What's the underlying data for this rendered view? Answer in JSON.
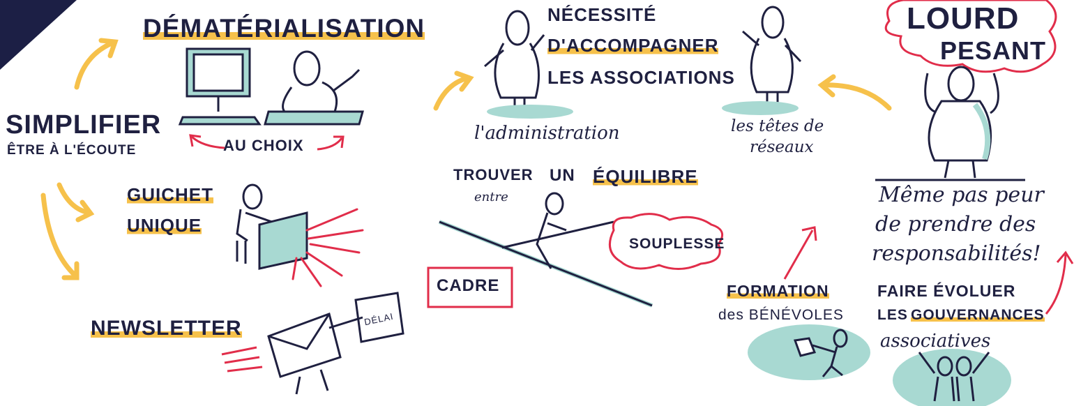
{
  "colors": {
    "ink": "#1f2040",
    "accent_yellow": "#f6c14b",
    "accent_red": "#e12d4a",
    "accent_teal": "#a8d9d2",
    "corner": "#1c1f45"
  },
  "left": {
    "simplifier": "SIMPLIFIER",
    "ecoute": "ÊTRE À L'ÉCOUTE",
    "dematerialisation": "DÉMATÉRIALISATION",
    "au_choix": "AU CHOIX",
    "guichet_line1": "GUICHET",
    "guichet_line2": "UNIQUE",
    "newsletter": "NEWSLETTER",
    "delai": "DÉLAI"
  },
  "center": {
    "necessite_line1": "NÉCESSITÉ",
    "necessite_line2": "D'ACCOMPAGNER",
    "necessite_line3": "LES ASSOCIATIONS",
    "administration": "l'administration",
    "tetes_line1": "les têtes de",
    "tetes_line2": "réseaux",
    "equilibre_words": [
      "TROUVER",
      "UN",
      "ÉQUILIBRE"
    ],
    "entre": "entre",
    "souplesse": "SOUPLESSE",
    "cadre": "CADRE"
  },
  "right": {
    "lourd": "LOURD",
    "pesant": "PESANT",
    "meme_line1": "Même pas peur",
    "meme_line2": "de prendre des",
    "meme_line3": "responsabilités!",
    "formation_line1": "FORMATION",
    "formation_line2": "des BÉNÉVOLES",
    "faire_line1": "FAIRE ÉVOLUER",
    "faire_line2_a": "LES",
    "faire_line2_b": "GOUVERNANCES",
    "faire_line3": "associatives"
  }
}
